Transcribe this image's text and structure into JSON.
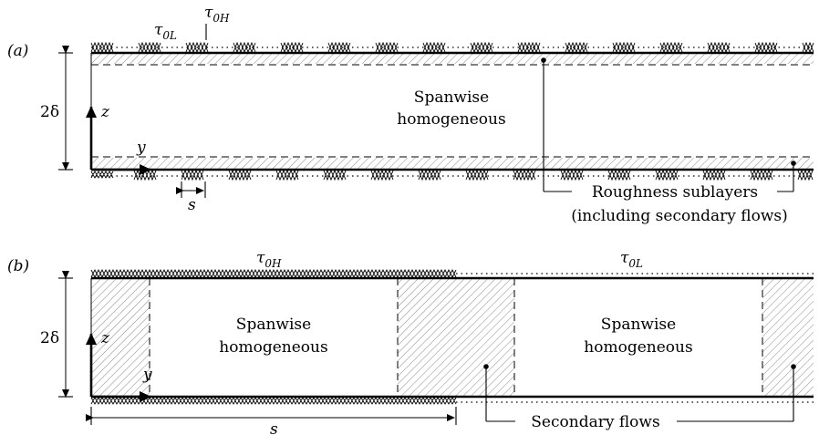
{
  "panel_a": {
    "label": "(a)",
    "tau_high": "τ0H",
    "tau_low": "τ0L",
    "height_label": "2δ",
    "axis_z": "z",
    "axis_y": "y",
    "spacing_label": "s",
    "region_line1": "Spanwise",
    "region_line2": "homogeneous",
    "sublayer_line1": "Roughness sublayers",
    "sublayer_line2": "(including secondary flows)"
  },
  "panel_b": {
    "label": "(b)",
    "tau_high": "τ0H",
    "tau_low": "τ0L",
    "height_label": "2δ",
    "axis_z": "z",
    "axis_y": "y",
    "spacing_label": "s",
    "region1_line1": "Spanwise",
    "region1_line2": "homogeneous",
    "region2_line1": "Spanwise",
    "region2_line2": "homogeneous",
    "secondary_label": "Secondary flows"
  },
  "colors": {
    "ink": "#000000",
    "hatch": "#888888",
    "background": "#ffffff"
  }
}
